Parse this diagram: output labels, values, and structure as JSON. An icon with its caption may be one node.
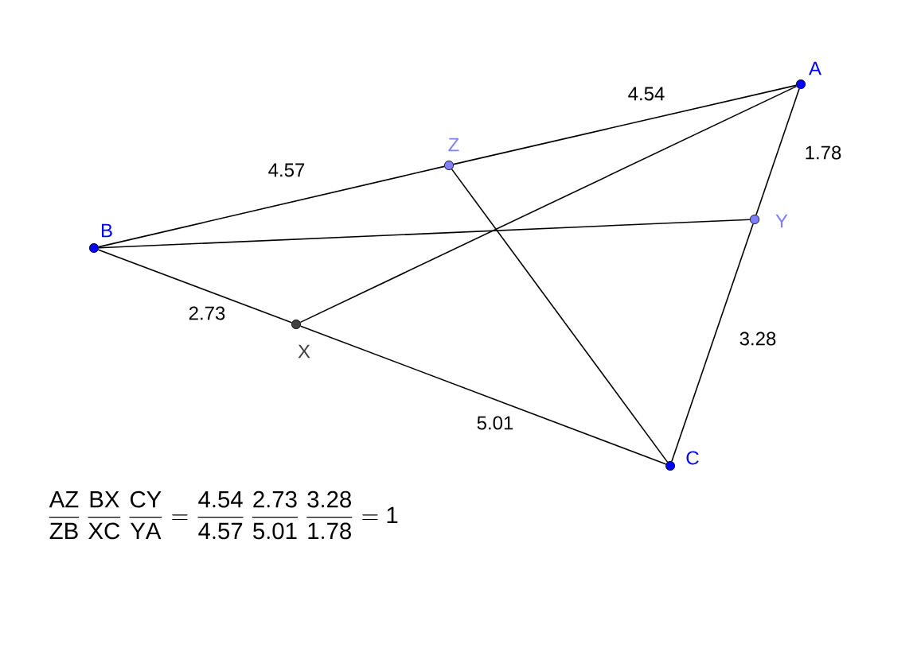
{
  "diagram": {
    "nodes": [
      {
        "text": [
          "A"
        ]
      },
      {
        "text": [
          "B"
        ]
      },
      {
        "text": [
          "C"
        ]
      },
      {
        "text": [
          "X"
        ]
      },
      {
        "text": [
          "Y"
        ]
      },
      {
        "text": [
          "Z"
        ]
      }
    ],
    "edges": [
      {
        "from": 0,
        "to": 5,
        "arrow": "none",
        "label": "4.54"
      },
      {
        "from": 5,
        "to": 1,
        "arrow": "none",
        "label": "4.57"
      },
      {
        "from": 1,
        "to": 3,
        "arrow": "none",
        "label": "2.73"
      },
      {
        "from": 3,
        "to": 2,
        "arrow": "none",
        "label": "5.01"
      },
      {
        "from": 2,
        "to": 4,
        "arrow": "none",
        "label": "3.28"
      },
      {
        "from": 4,
        "to": 0,
        "arrow": "none",
        "label": "1.78"
      },
      {
        "from": 0,
        "to": 3,
        "arrow": "none"
      },
      {
        "from": 1,
        "to": 4,
        "arrow": "none"
      },
      {
        "from": 2,
        "to": 5,
        "arrow": "none"
      }
    ],
    "labels": [
      "\\frac{\\mathsf{AZ}}{\\mathsf{ZB}}\\,\\frac{\\mathsf{BX}}{\\mathsf{XC}}\\,\\frac{\\mathsf{CY}}{\\mathsf{YA}}=\\frac{\\mathsf{4.54}}{\\mathsf{4.57}}\\,\\frac{\\mathsf{2.73}}{\\mathsf{5.01}}\\,\\frac{\\mathsf{3.28}}{\\mathsf{1.78}}=\\mathsf{1}"
    ]
  }
}
